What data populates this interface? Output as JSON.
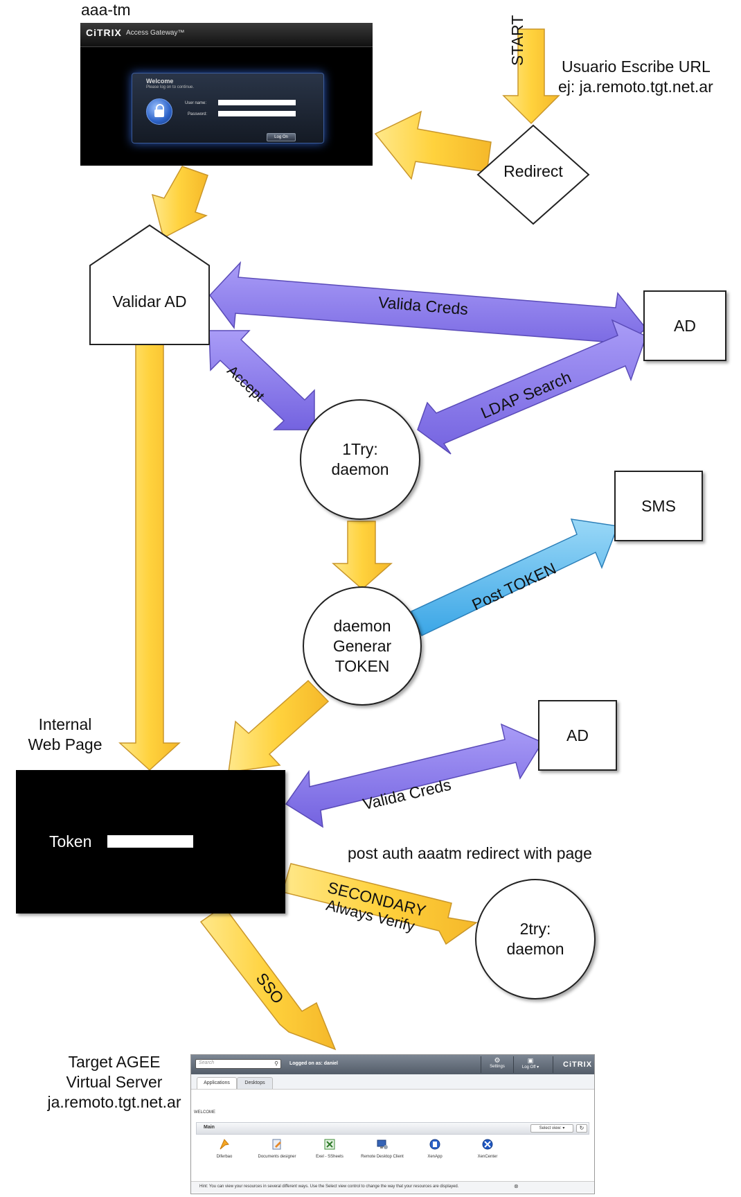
{
  "nodes": {
    "aaa_tm_label": "aaa-tm",
    "user_writes_url": [
      "Usuario Escribe URL",
      "ej: ja.remoto.tgt.net.ar"
    ],
    "redirect": "Redirect",
    "validar_ad": "Validar AD",
    "ad_top": "AD",
    "try1": [
      "1Try:",
      "daemon"
    ],
    "sms": "SMS",
    "daemon_token": [
      "daemon",
      "Generar",
      "TOKEN"
    ],
    "internal_web_page": [
      "Internal",
      "Web Page"
    ],
    "ad_bottom": "AD",
    "token_label": "Token",
    "post_auth_text": "post auth aaatm redirect with page",
    "try2": [
      "2try:",
      "daemon"
    ],
    "target": [
      "Target AGEE",
      "Virtual Server",
      "ja.remoto.tgt.net.ar"
    ]
  },
  "edges": {
    "start": "START",
    "valida_creds_top": "Valida Creds",
    "accept": "Accept",
    "ldap_search": "LDAP Search",
    "post_token": "Post TOKEN",
    "valida_creds_bottom": "Valida Creds",
    "secondary": "SECONDARY",
    "always_verify": "Always Verify",
    "sso": "SSO"
  },
  "access_gateway": {
    "logo": "CiTRIX",
    "product": "Access Gateway™",
    "welcome": "Welcome",
    "subtitle": "Please log on to continue.",
    "username_label": "User name:",
    "password_label": "Password:",
    "logon_button": "Log On"
  },
  "xenapp": {
    "search_placeholder": "Search",
    "logged_on": "Logged on as: daniel",
    "settings": "Settings",
    "logoff": "Log Off ▾",
    "logo": "CiTRIX",
    "tabs": [
      "Applications",
      "Desktops"
    ],
    "welcome": "WELCOME",
    "section": "Main",
    "select_view": "Select view: ▾",
    "refresh": "↻",
    "apps": [
      "Diferbao",
      "Documents designer",
      "Exel - SSheets",
      "Remote Desktop Client",
      "XenApp",
      "XenCenter"
    ],
    "hint": "Hint: You can view your resources in several different ways. Use the Select view control to change the way that your resources are displayed.",
    "hint_close": "⊗"
  },
  "colors": {
    "yellow_arrow": "#ffd54a",
    "purple_arrow": "#8c7cf0",
    "blue_arrow": "#6ec2f0"
  }
}
